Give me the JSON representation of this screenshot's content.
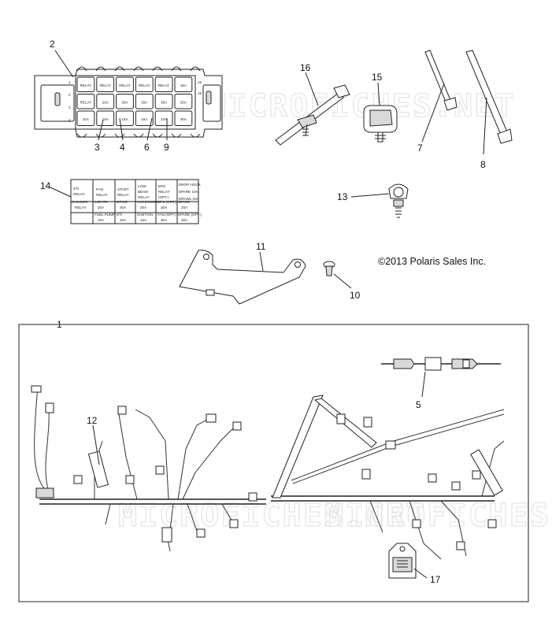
{
  "copyright": "©2013 Polaris Sales Inc.",
  "watermark": "MICROFICHES.NET",
  "callouts": {
    "c1": "1",
    "c2": "2",
    "c3": "3",
    "c4": "4",
    "c5": "5",
    "c6": "6",
    "c7": "7",
    "c8": "8",
    "c9": "9",
    "c10": "10",
    "c11": "11",
    "c12": "12",
    "c13": "13",
    "c14": "14",
    "c15": "15",
    "c16": "16",
    "c17": "17"
  },
  "fuse_box": {
    "cells": [
      "RELAY",
      "RELAY",
      "RELAY",
      "RELAY",
      "RELAY",
      "15A",
      "RELAY",
      "20A",
      "20A",
      "20A",
      "30A",
      "20A",
      "10A",
      "10A",
      "15A",
      "10A",
      "10A",
      "30A"
    ],
    "side_numbers_left": [
      "1",
      "2",
      "3",
      "4"
    ],
    "side_numbers_right": [
      "15",
      "16"
    ]
  },
  "fuse_table": {
    "col1": [
      "STI",
      "RELAY"
    ],
    "col2": [
      "FAN",
      "RELAY"
    ],
    "col3": [
      "START",
      "RELAY"
    ],
    "col4": [
      "LOW",
      "BEAM",
      "RELAY"
    ],
    "col5": [
      "EPS",
      "RELAY",
      "(OPT.)"
    ],
    "col6": [
      "DROP HOOK",
      "SPARE 10A",
      "DRAWL 20A"
    ],
    "row2": [
      "CHASSIS RELAY",
      "LIGHTS 20A",
      "DRIVE 20A",
      "ACCESSORY 20A",
      "EPS (OPT.) 30A",
      "SPARE 20A"
    ],
    "row3": [
      "",
      "FUEL PUMP 10A",
      "ETI 10A",
      "IGNITION 10A",
      "FAN (OPT.) 30A",
      "SPARE (OPT.) 30A"
    ]
  }
}
